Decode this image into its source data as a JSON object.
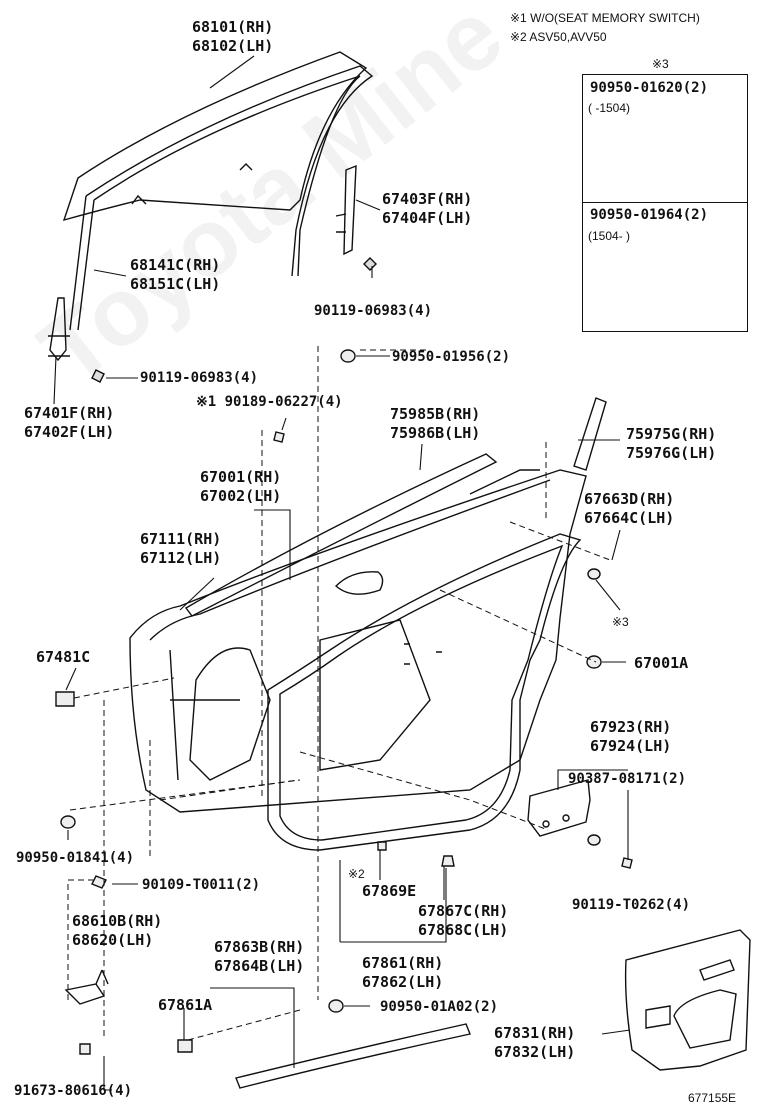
{
  "notes": {
    "n1": "※1 W/O(SEAT MEMORY SWITCH)",
    "n2": "※2 ASV50,AVV50",
    "n3": "※3"
  },
  "inset": {
    "part_a": "90950-01620(2)",
    "range_a": "(    -1504)",
    "part_b": "90950-01964(2)",
    "range_b": "(1504-      )"
  },
  "labels": {
    "p68101": "68101(RH)",
    "p68102": "68102(LH)",
    "p67403f": "67403F(RH)",
    "p67404f": "67404F(LH)",
    "p68141c": "68141C(RH)",
    "p68151c": "68151C(LH)",
    "p90119_top": "90119-06983(4)",
    "p90950_01956": "90950-01956(2)",
    "p90119_left": "90119-06983(4)",
    "p67401f": "67401F(RH)",
    "p67402f": "67402F(LH)",
    "p90189": "※1 90189-06227(4)",
    "p75985b": "75985B(RH)",
    "p75986b": "75986B(LH)",
    "p75975g": "75975G(RH)",
    "p75976g": "75976G(LH)",
    "p67001": "67001(RH)",
    "p67002": "67002(LH)",
    "p67663d": "67663D(RH)",
    "p67664c": "67664C(LH)",
    "p67111": "67111(RH)",
    "p67112": "67112(LH)",
    "p_s3": "※3",
    "p67481c": "67481C",
    "p67001a": "67001A",
    "p67923": "67923(RH)",
    "p67924": "67924(LH)",
    "p90387": "90387-08171(2)",
    "p90950_01841": "90950-01841(4)",
    "p90109": "90109-T0011(2)",
    "p_s2": "※2",
    "p67869e": "67869E",
    "p67867c": "67867C(RH)",
    "p67868c": "67868C(LH)",
    "p90119_t0262": "90119-T0262(4)",
    "p68610b": "68610B(RH)",
    "p68620": "68620(LH)",
    "p67863b": "67863B(RH)",
    "p67864b": "67864B(LH)",
    "p67861": "67861(RH)",
    "p67862": "67862(LH)",
    "p67861a": "67861A",
    "p90950_01a02": "90950-01A02(2)",
    "p67831": "67831(RH)",
    "p67832": "67832(LH)",
    "p91673": "91673-80616(4)",
    "drawing_no": "677155E"
  }
}
